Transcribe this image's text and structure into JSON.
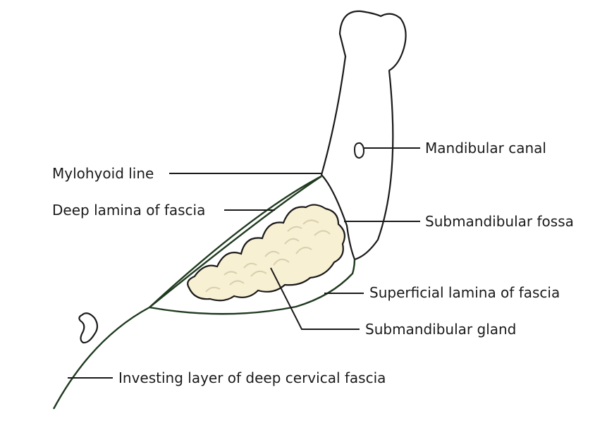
{
  "labels": {
    "mandibular_canal": "Mandibular canal",
    "mylohyoid_line": "Mylohyoid line",
    "deep_lamina": "Deep lamina of fascia",
    "submandibular_fossa": "Submandibular fossa",
    "superficial_lamina": "Superficial lamina of fascia",
    "submandibular_gland": "Submandibular gland",
    "investing_layer": "Investing layer of deep cervical fascia"
  },
  "colors": {
    "outline": "#1a1a1a",
    "fascia": "#1f3a1f",
    "gland_fill": "#f8f0d2",
    "gland_shadow": "#d8cfae"
  }
}
